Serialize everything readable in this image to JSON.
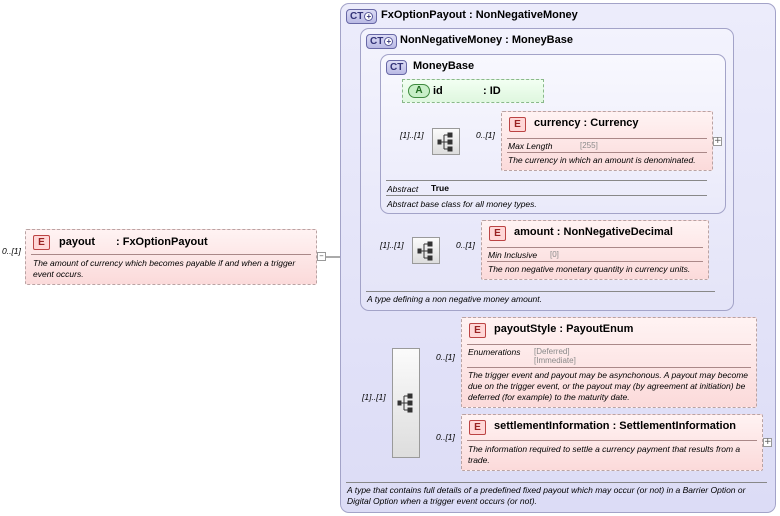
{
  "root": {
    "badge": "E",
    "name": "payout",
    "type": ": FxOptionPayout",
    "cardinality": "0..[1]",
    "doc": "The amount of currency which becomes payable if and when a trigger event occurs.",
    "toggle": "–"
  },
  "fx_option_payout": {
    "badge": "CT",
    "title": "FxOptionPayout : NonNegativeMoney",
    "doc": "A type that contains full details of a predefined fixed payout which may occur (or not) in a Barrier Option or Digital Option when a trigger event occurs (or not).",
    "seq_cardinality": "[1]..[1]"
  },
  "non_negative_money": {
    "badge": "CT",
    "title": "NonNegativeMoney : MoneyBase",
    "doc": "A type defining a non negative money amount.",
    "seq_cardinality": "[1]..[1]"
  },
  "money_base": {
    "badge": "CT",
    "title": "MoneyBase",
    "abstract_label": "Abstract",
    "abstract_value": "True",
    "doc": "Abstract base class for all money types.",
    "seq_cardinality": "[1]..[1]"
  },
  "attribute_id": {
    "badge": "A",
    "name": "id",
    "type": ": ID"
  },
  "currency": {
    "badge": "E",
    "title": "currency : Currency",
    "cardinality": "0..[1]",
    "facet_label": "Max Length",
    "facet_value": "[255]",
    "doc": "The currency in which an amount is denominated.",
    "toggle": "+"
  },
  "amount": {
    "badge": "E",
    "title": "amount : NonNegativeDecimal",
    "cardinality": "0..[1]",
    "facet_label": "Min Inclusive",
    "facet_value": "[0]",
    "doc": "The non negative monetary quantity in currency units."
  },
  "payout_style": {
    "badge": "E",
    "title": "payoutStyle : PayoutEnum",
    "cardinality": "0..[1]",
    "facet_label": "Enumerations",
    "enum_values": [
      "[Deferred]",
      "[Immediate]"
    ],
    "doc": "The trigger event and payout may be asynchonous. A payout may become due on the trigger event, or the payout may (by agreement at initiation) be deferred (for example) to the maturity date."
  },
  "settlement_information": {
    "badge": "E",
    "title": "settlementInformation : SettlementInformation",
    "cardinality": "0..[1]",
    "doc": "The information required to settle a currency payment that results from a trade.",
    "toggle": "+"
  }
}
